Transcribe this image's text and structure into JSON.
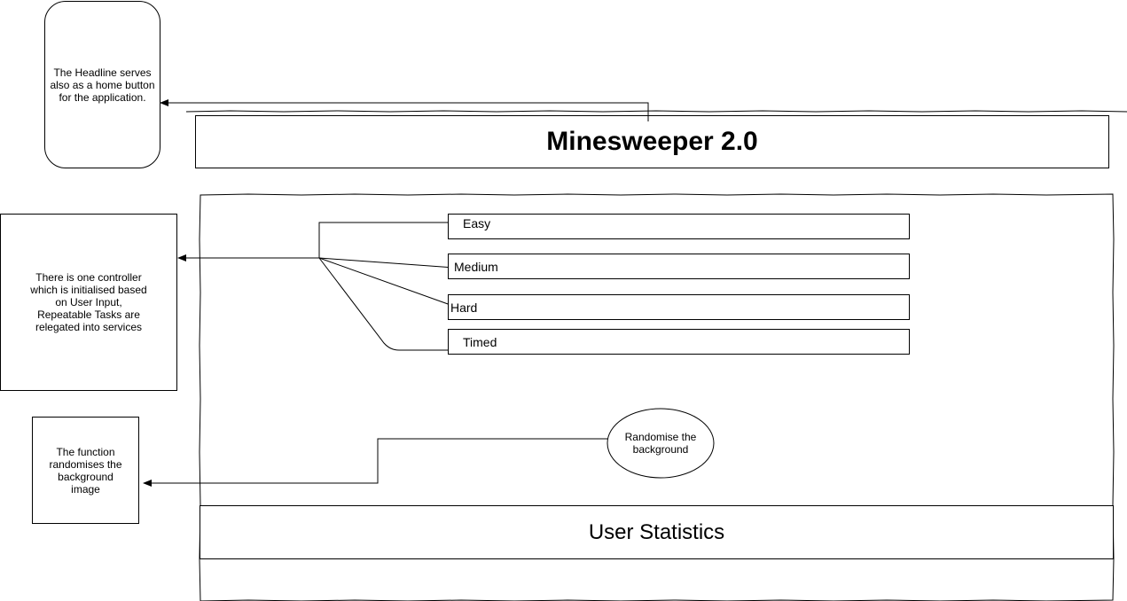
{
  "header": {
    "title": "Minesweeper 2.0"
  },
  "annotations": {
    "headline_note": "The Headline serves also as a home button for the application.",
    "controller_note": "There is one controller which is initialised based on User Input, Repeatable Tasks are relegated into services",
    "background_note": "The function randomises the background image"
  },
  "difficulty": {
    "easy": "Easy",
    "medium": "Medium",
    "hard": "Hard",
    "timed": "Timed"
  },
  "randomise_button": "Randomise the background",
  "footer": {
    "stats_label": "User Statistics"
  }
}
